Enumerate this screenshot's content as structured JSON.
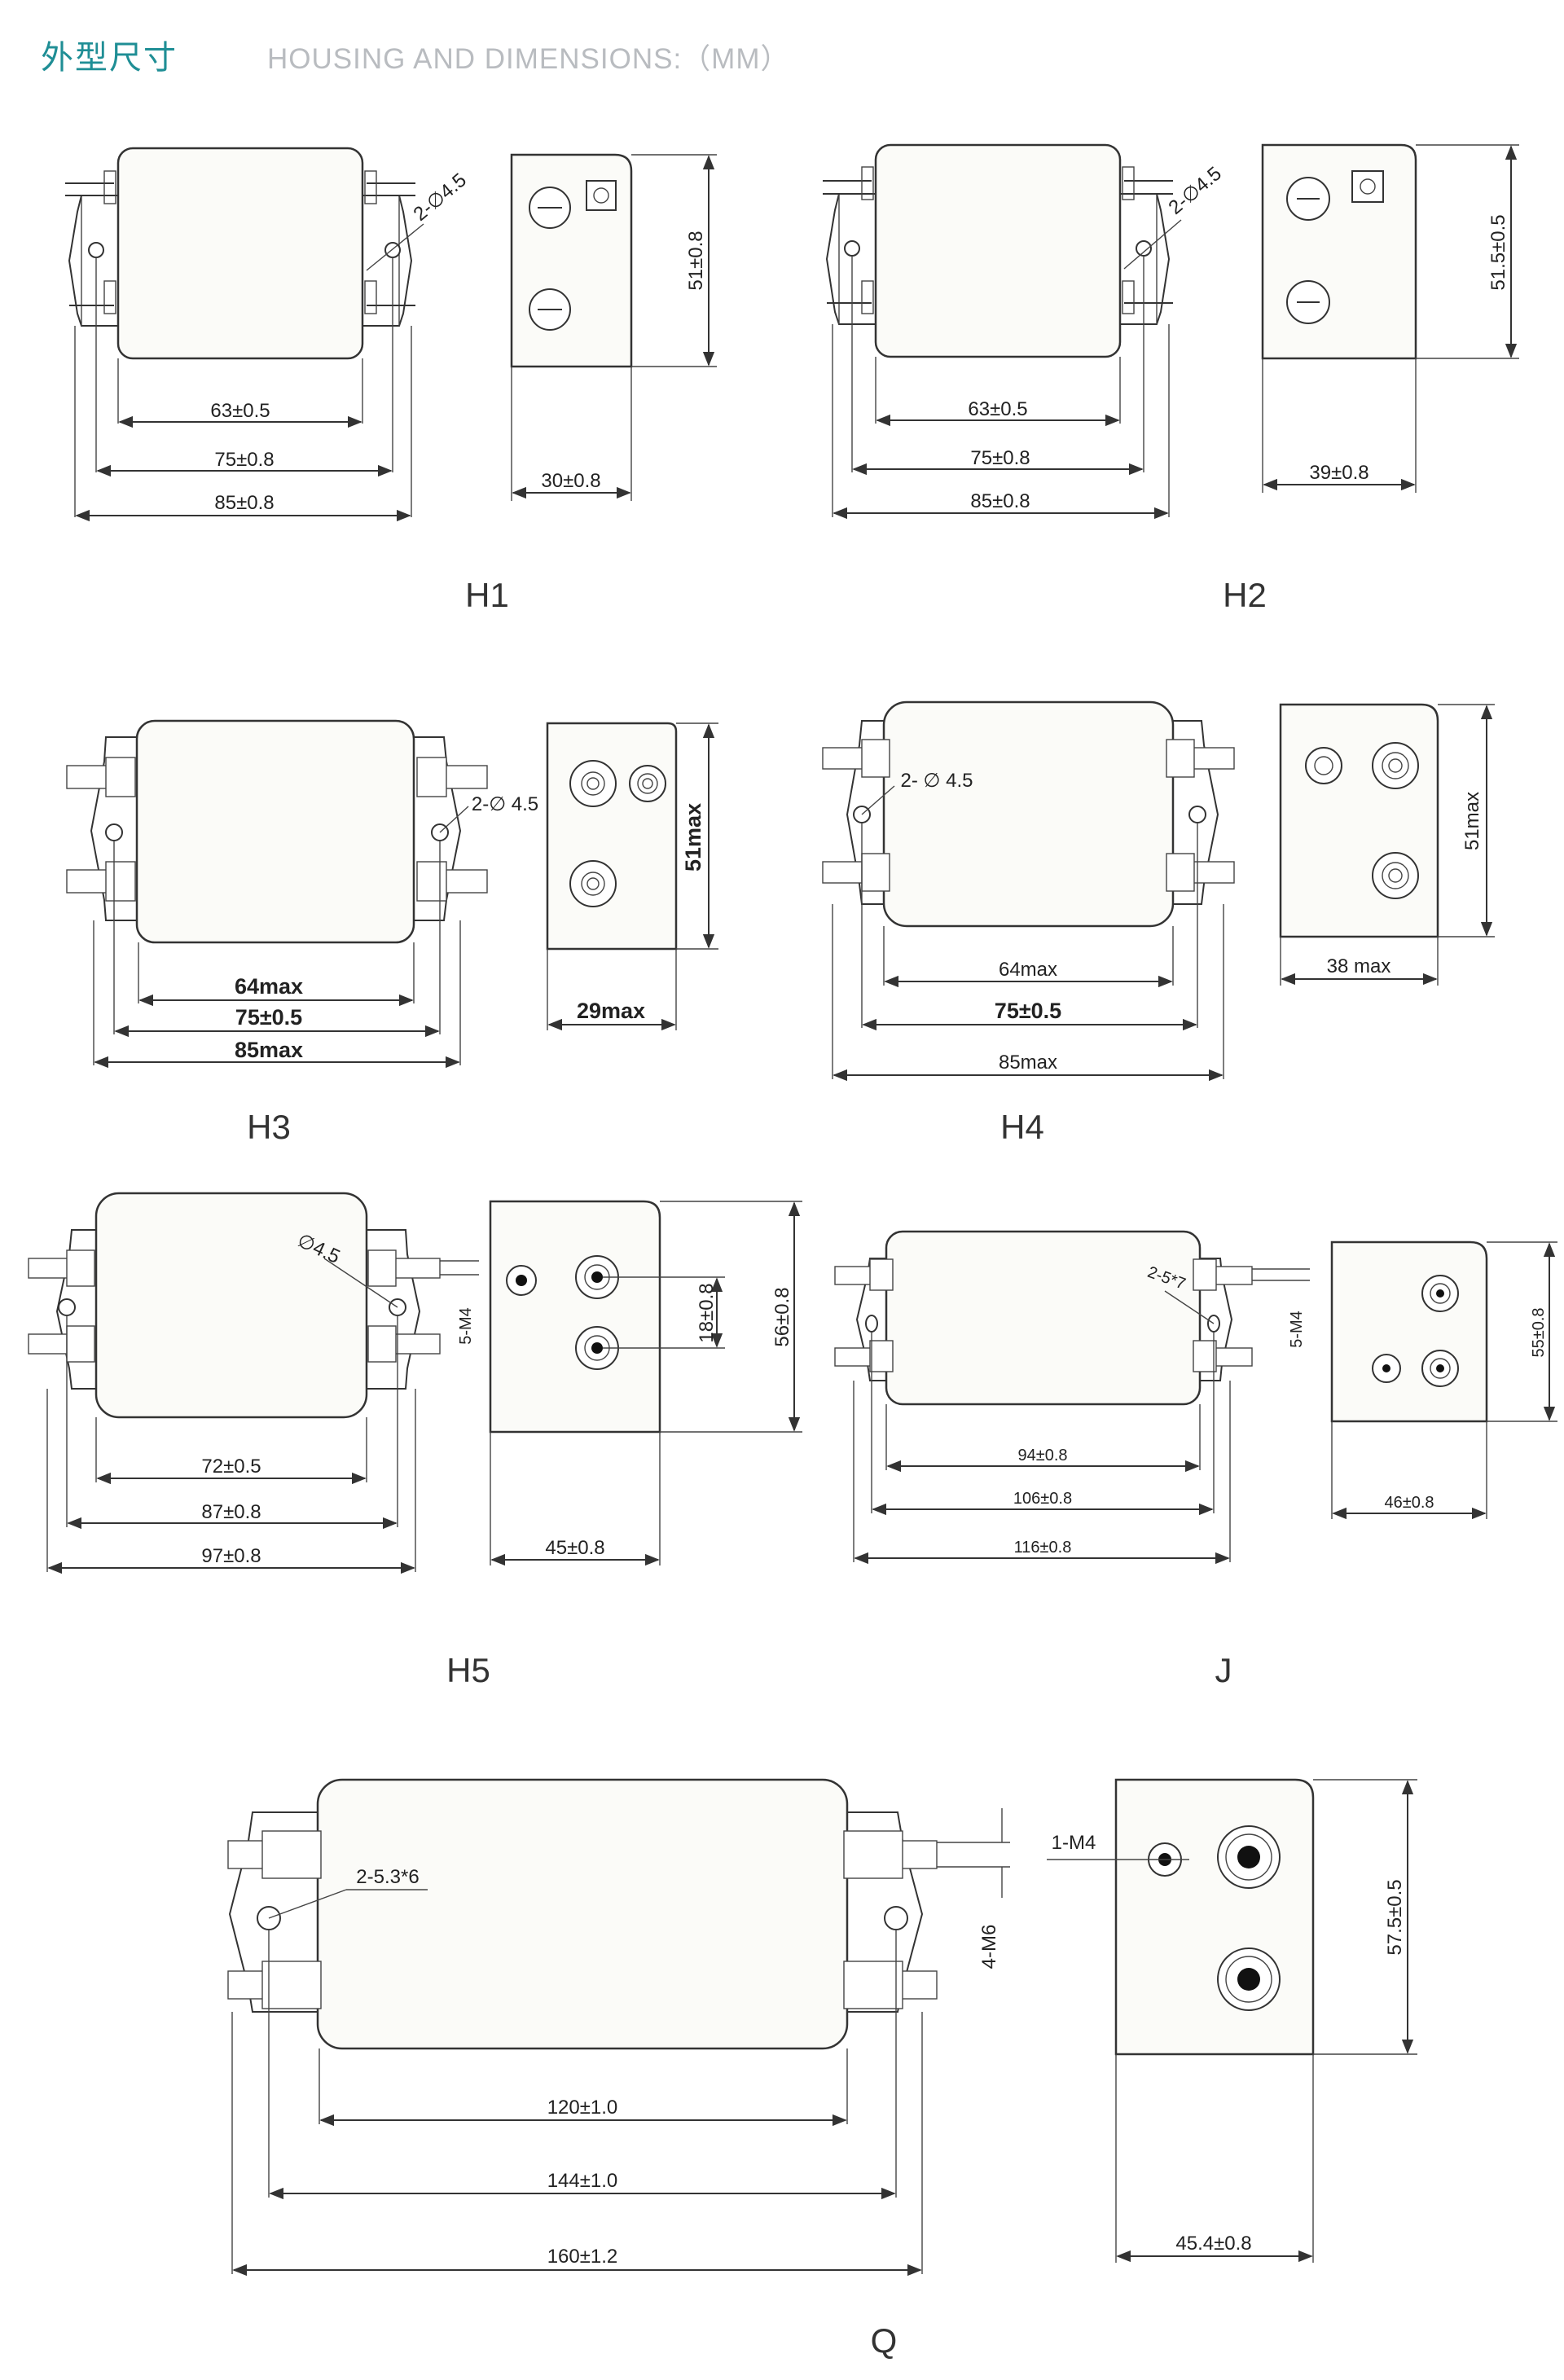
{
  "header": {
    "title_cn": "外型尺寸",
    "title_en": "HOUSING AND DIMENSIONS:（MM）"
  },
  "diagrams": {
    "h1": {
      "caption": "H1",
      "d_mount": "63±0.5",
      "d_holes": "75±0.8",
      "d_total": "85±0.8",
      "d_depth": "30±0.8",
      "d_height": "51±0.8",
      "hole_note": "2-∅4.5"
    },
    "h2": {
      "caption": "H2",
      "d_mount": "63±0.5",
      "d_holes": "75±0.8",
      "d_total": "85±0.8",
      "d_depth": "39±0.8",
      "d_height": "51.5±0.5",
      "hole_note": "2-∅4.5"
    },
    "h3": {
      "caption": "H3",
      "d_mount": "64max",
      "d_holes": "75±0.5",
      "d_total": "85max",
      "d_depth": "29max",
      "d_height": "51max",
      "hole_note": "2-∅ 4.5"
    },
    "h4": {
      "caption": "H4",
      "d_mount": "64max",
      "d_holes": "75±0.5",
      "d_total": "85max",
      "d_depth": "38 max",
      "d_height": "51max",
      "hole_note": "2- ∅ 4.5"
    },
    "h5": {
      "caption": "H5",
      "d_mount": "72±0.5",
      "d_holes": "87±0.8",
      "d_total": "97±0.8",
      "d_depth": "45±0.8",
      "d_height": "56±0.8",
      "d_terminal": "18±0.8",
      "thread": "5-M4",
      "hole_note": "∅4.5"
    },
    "j": {
      "caption": "J",
      "d_mount": "94±0.8",
      "d_holes": "106±0.8",
      "d_total": "116±0.8",
      "d_depth": "46±0.8",
      "d_height": "55±0.8",
      "thread": "5-M4",
      "hole_note": "2-5*7"
    },
    "q": {
      "caption": "Q",
      "d_mount": "120±1.0",
      "d_holes": "144±1.0",
      "d_total": "160±1.2",
      "d_depth": "45.4±0.8",
      "d_height": "57.5±0.5",
      "thread": "4-M6",
      "thread_side": "1-M4",
      "hole_note": "2-5.3*6"
    }
  }
}
